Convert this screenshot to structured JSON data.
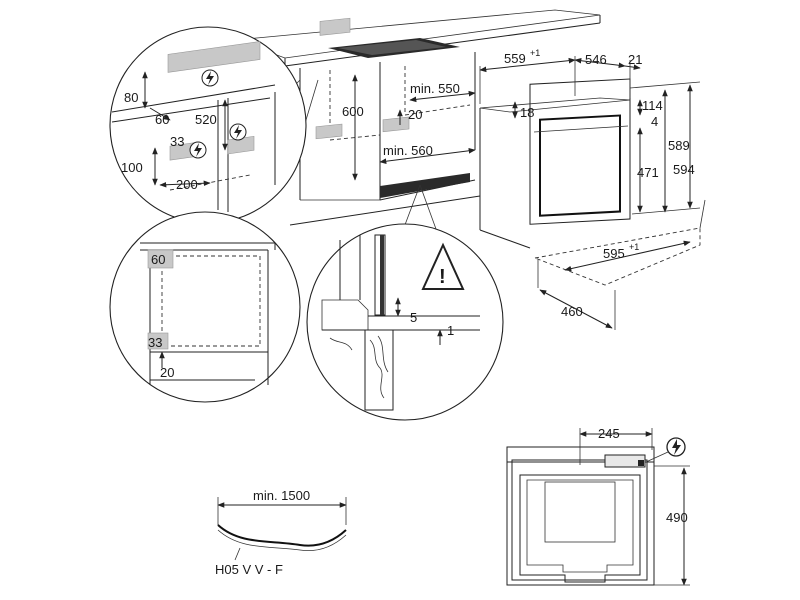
{
  "overview": {
    "dims": {
      "w559": "559",
      "w559_tol": "+1",
      "d546": "546",
      "d21": "21",
      "h114": "114",
      "h4": "4",
      "h18": "18",
      "h589": "589",
      "h594": "594",
      "h471": "471",
      "w595": "595",
      "w595_tol": "+1",
      "d460": "460"
    }
  },
  "cabinet": {
    "dims": {
      "h600": "600",
      "min550": "min. 550",
      "d20": "20",
      "min560": "min. 560"
    }
  },
  "detail_top_left": {
    "dims": {
      "d80": "80",
      "d60": "60",
      "d520": "520",
      "d33": "33",
      "d100": "100",
      "d200": "200"
    }
  },
  "detail_mid_left": {
    "dims": {
      "d60": "60",
      "d33": "33",
      "d20": "20"
    }
  },
  "detail_section": {
    "dims": {
      "d5": "5",
      "d1": "1"
    }
  },
  "cable": {
    "length_label": "min. 1500",
    "type_label": "H05 V V - F"
  },
  "back_view": {
    "dims": {
      "w245": "245",
      "h490": "490"
    }
  },
  "icons": {
    "electric": "electric-connection-icon",
    "warning": "warning-triangle-icon"
  }
}
